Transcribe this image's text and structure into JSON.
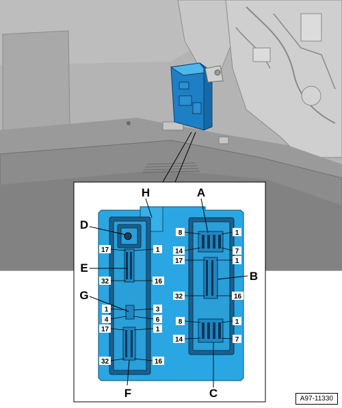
{
  "reference_code": "A97-11330",
  "connector_labels": {
    "A": "A",
    "B": "B",
    "C": "C",
    "D": "D",
    "E": "E",
    "F": "F",
    "G": "G",
    "H": "H"
  },
  "pin_labels": {
    "a_top_left": "8",
    "a_top_right": "1",
    "a_bottom_left": "14",
    "a_bottom_right": "7",
    "b_top_left": "17",
    "b_top_right": "1",
    "b_bottom_left": "32",
    "b_bottom_right": "16",
    "c_top_left": "8",
    "c_top_right": "1",
    "c_bottom_left": "14",
    "c_bottom_right": "7",
    "e_top_left": "17",
    "e_top_right": "1",
    "e_bottom_left": "32",
    "e_bottom_right": "16",
    "g_top_left": "1",
    "g_top_right": "3",
    "g_bottom_left": "4",
    "g_bottom_right": "6",
    "f_top_left": "17",
    "f_top_right": "1",
    "f_bottom_left": "32",
    "f_bottom_right": "16"
  },
  "colors": {
    "module_blue": "#2aa7e2",
    "module_dark": "#1478b4",
    "background_gray": "#a8a8a8",
    "outline": "#000000"
  }
}
